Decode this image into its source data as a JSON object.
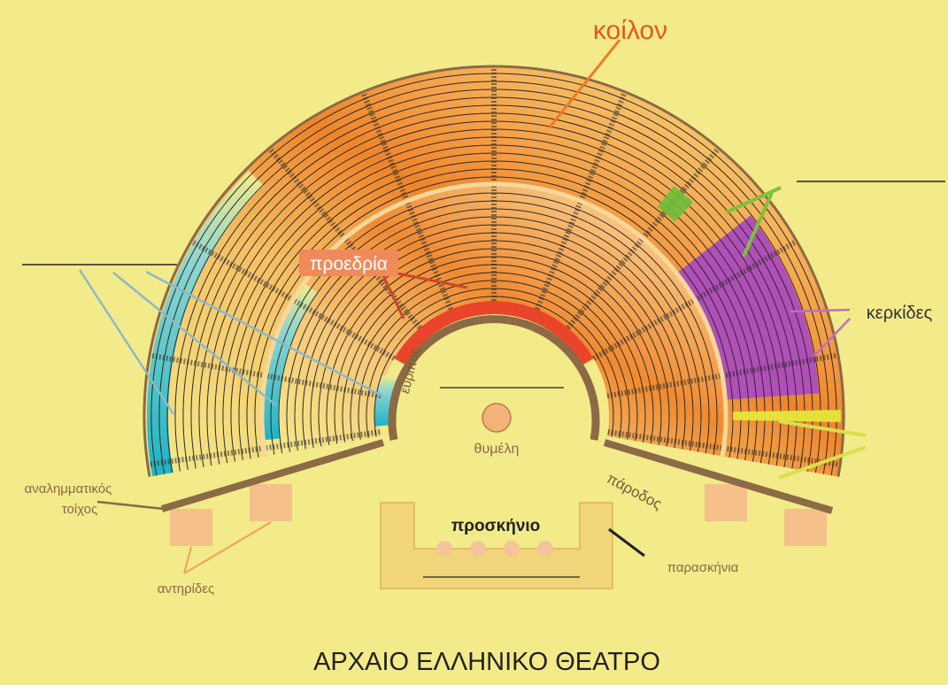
{
  "title": "ΑΡΧΑΙΟ ΕΛΛΗΝΙΚΟ ΘΕΑΤΡΟ",
  "labels": {
    "koilon": "κοίλον",
    "proedria": "προεδρία",
    "kerkides": "κερκίδες",
    "evripos": "εύριπος",
    "thymeli": "θυμέλη",
    "parodos": "πάροδος",
    "proskinio": "προσκήνιο",
    "paraskinia": "παρασκήνια",
    "analimmatikos_line1": "αναλημματικός",
    "analimmatikos_line2": "τοίχος",
    "antirides": "αντηρίδες"
  },
  "colors": {
    "background": "#f3ea8a",
    "koilon_orange": "#f08a2a",
    "proedria_red": "#e8452a",
    "diazoma_cyan": "#1fb3c4",
    "kerkides_purple": "#b04fb8",
    "wall_brown": "#8b6a45",
    "buttress": "#f5c08a",
    "stage": "#f0d57a"
  }
}
